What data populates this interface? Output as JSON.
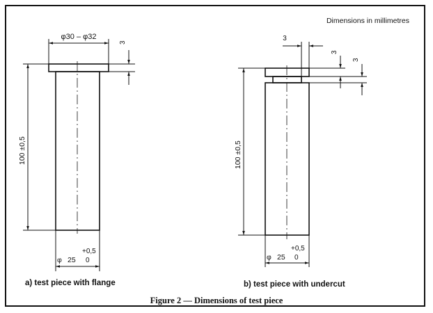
{
  "units_note": "Dimensions in millimetres",
  "figure_caption": "Figure 2 — Dimensions of test piece",
  "piece_a": {
    "caption": "a) test piece with flange",
    "flange_diameter": "φ30 – φ32",
    "flange_thickness": "3",
    "length": "100 ±0,5",
    "diameter_symbol": "φ",
    "diameter_value": "25",
    "tol_upper": "+0,5",
    "tol_lower": "0"
  },
  "piece_b": {
    "caption": "b) test piece with undercut",
    "undercut_width": "3",
    "head_thickness": "3",
    "undercut_height": "3",
    "length": "100 ±0,5",
    "diameter_symbol": "φ",
    "diameter_value": "25",
    "tol_upper": "+0,5",
    "tol_lower": "0"
  }
}
